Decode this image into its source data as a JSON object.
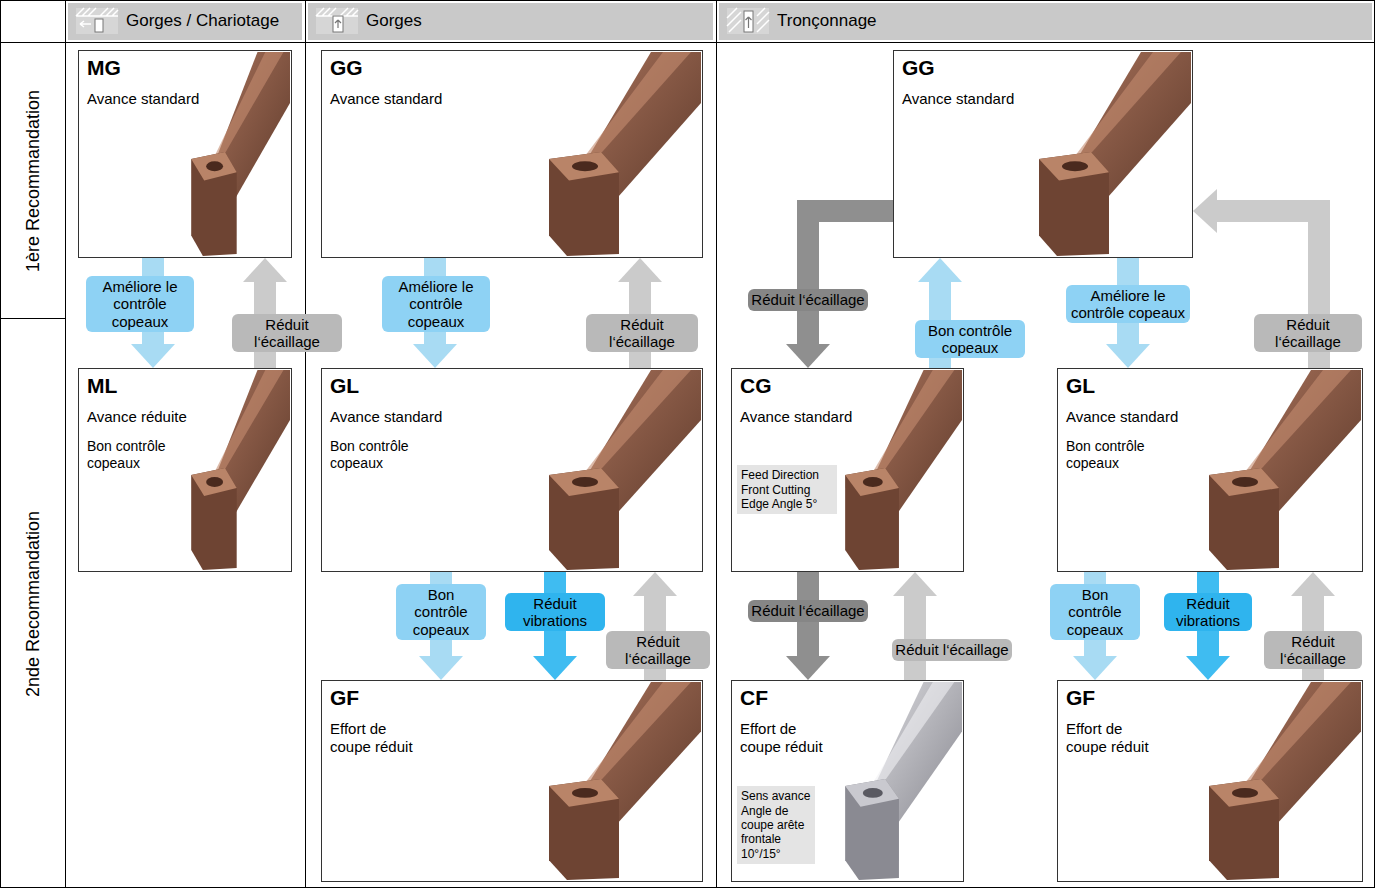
{
  "diagram": {
    "nodes": [
      {
        "text": [
          "Gorges / Chariotage"
        ]
      },
      {
        "text": [
          "Gorges"
        ]
      },
      {
        "text": [
          "Tronçonnage"
        ]
      },
      {
        "text": [
          "1ère Recommandation"
        ]
      },
      {
        "text": [
          "2nde Recommandation"
        ]
      },
      {
        "text": [
          "MG",
          "Avance standard"
        ]
      },
      {
        "text": [
          "ML",
          "Avance réduite",
          "Bon contrôle copeaux"
        ]
      },
      {
        "text": [
          "GG",
          "Avance standard"
        ]
      },
      {
        "text": [
          "GL",
          "Avance standard",
          "Bon contrôle copeaux"
        ]
      },
      {
        "text": [
          "GF",
          "Effort de coupe réduit"
        ]
      },
      {
        "text": [
          "GG",
          "Avance standard"
        ]
      },
      {
        "text": [
          "CG",
          "Avance standard",
          "Feed Direction Front Cutting Edge Angle 5°"
        ]
      },
      {
        "text": [
          "CF",
          "Effort de coupe réduit",
          "Sens avance Angle de coupe arête frontale 10°/15°"
        ]
      },
      {
        "text": [
          "GL",
          "Avance standard",
          "Bon contrôle copeaux"
        ]
      },
      {
        "text": [
          "GF",
          "Effort de coupe réduit"
        ]
      }
    ],
    "edges": [
      {
        "from": 5,
        "to": 6,
        "arrow": "to",
        "label": "Améliore le contrôle copeaux"
      },
      {
        "from": 6,
        "to": 5,
        "arrow": "to",
        "label": "Réduit l‘écaillage"
      },
      {
        "from": 7,
        "to": 8,
        "arrow": "to",
        "label": "Améliore le contrôle copeaux"
      },
      {
        "from": 8,
        "to": 7,
        "arrow": "to",
        "label": "Réduit l‘écaillage"
      },
      {
        "from": 8,
        "to": 9,
        "arrow": "to",
        "label": "Bon contrôle copeaux"
      },
      {
        "from": 8,
        "to": 9,
        "arrow": "to",
        "label": "Réduit vibrations"
      },
      {
        "from": 9,
        "to": 8,
        "arrow": "to",
        "label": "Réduit l‘écaillage"
      },
      {
        "from": 10,
        "to": 11,
        "arrow": "to",
        "label": "Réduit l‘écaillage"
      },
      {
        "from": 11,
        "to": 10,
        "arrow": "to",
        "label": "Bon contrôle copeaux"
      },
      {
        "from": 10,
        "to": 13,
        "arrow": "to",
        "label": "Améliore le contrôle copeaux"
      },
      {
        "from": 13,
        "to": 10,
        "arrow": "to",
        "label": "Réduit l‘écaillage"
      },
      {
        "from": 11,
        "to": 12,
        "arrow": "to",
        "label": "Réduit l‘écaillage"
      },
      {
        "from": 12,
        "to": 11,
        "arrow": "to",
        "label": "Réduit l‘écaillage"
      },
      {
        "from": 13,
        "to": 14,
        "arrow": "to",
        "label": "Bon contrôle copeaux"
      },
      {
        "from": 13,
        "to": 14,
        "arrow": "to",
        "label": "Réduit vibrations"
      },
      {
        "from": 14,
        "to": 13,
        "arrow": "to",
        "label": "Réduit l‘écaillage"
      }
    ]
  }
}
